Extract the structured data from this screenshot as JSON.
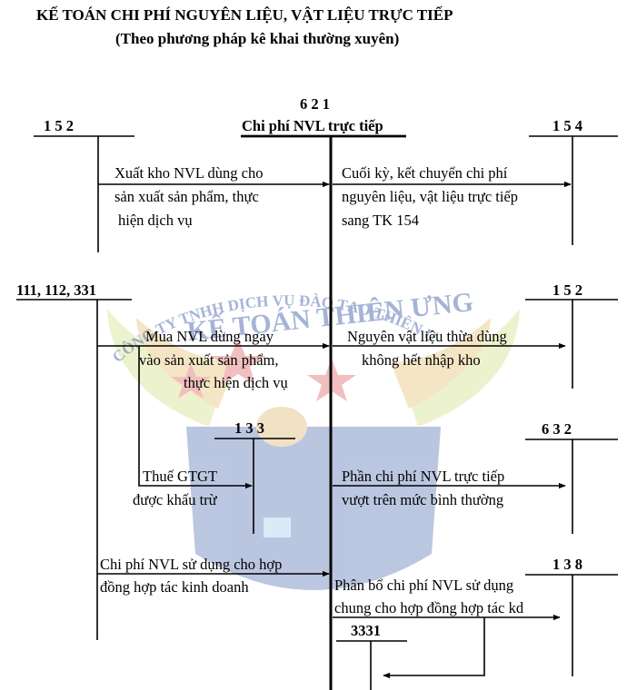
{
  "header": {
    "title": "KẾ TOÁN CHI PHÍ NGUYÊN LIỆU, VẬT LIỆU TRỰC TIẾP",
    "subtitle": "(Theo phương pháp kê khai thường xuyên)"
  },
  "center_account": {
    "number": "6 2 1",
    "name": "Chi phí NVL trực tiếp"
  },
  "accounts": {
    "acc_152_top": "1 5 2",
    "acc_154": "1 5 4",
    "acc_111": "111, 112, 331",
    "acc_152_right": "1 5 2",
    "acc_133": "1 3 3",
    "acc_632": "6 3 2",
    "acc_138": "1 3 8",
    "acc_3331": "3331"
  },
  "entries": {
    "e1": [
      "Xuất kho NVL dùng cho",
      "sản xuất sản phẩm, thực",
      "hiện dịch vụ"
    ],
    "e2": [
      "Cuối kỳ, kết chuyển chi phí",
      "nguyên liệu, vật liệu trực tiếp",
      "sang TK 154"
    ],
    "e3": [
      "Mua NVL dùng ngay",
      "vào sản xuất sản phẩm,",
      "thực hiện dịch vụ"
    ],
    "e4": [
      "Nguyên vật liệu thừa dùng",
      "không hết nhập kho"
    ],
    "e5": [
      "Thuế GTGT",
      "được khấu trừ"
    ],
    "e6": [
      "Phần chi phí NVL trực tiếp",
      "vượt trên mức bình thường"
    ],
    "e7": [
      "Chi phí NVL sử dụng cho hợp",
      "đồng hợp tác kinh doanh"
    ],
    "e8": [
      "Phân bổ chi phí NVL sử dụng",
      "chung cho hợp đồng hợp tác kd"
    ]
  },
  "watermark": {
    "company": "CÔNG TY TNHH DỊCH VỤ ĐÀO TẠO THIÊN ƯNG",
    "brand": "KẾ TOÁN THIÊN ƯNG"
  }
}
